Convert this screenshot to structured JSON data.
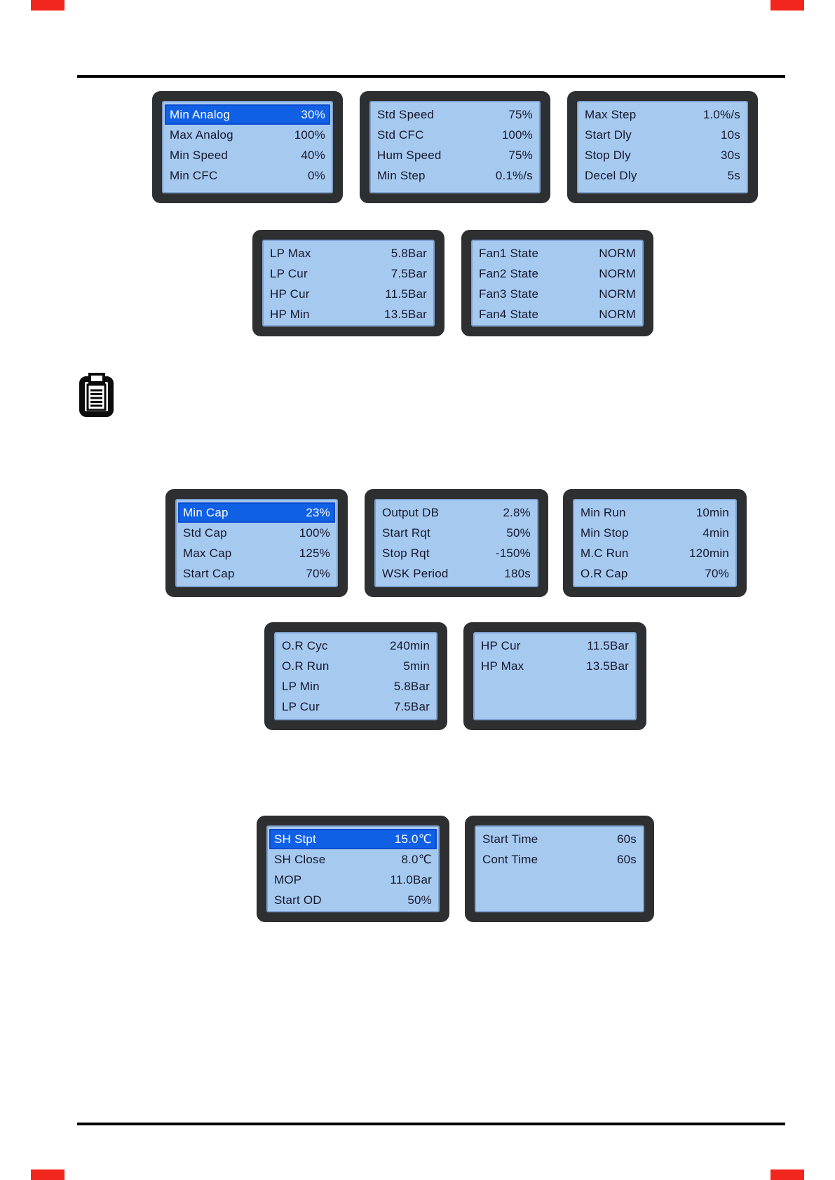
{
  "page": {
    "background": "#ffffff",
    "corner_mark_color": "#f3261d",
    "divider_color": "#000000"
  },
  "colors": {
    "panel_bezel": "#2e2f31",
    "screen_blue": "#a6c9f0",
    "highlight_blue": "#1060e6",
    "highlight_text": "#ffffff",
    "screen_text": "#16182c"
  },
  "icons": {
    "note": "clipboard-icon"
  },
  "panels": [
    {
      "name": "analog",
      "highlighted_row": 0,
      "rows": [
        {
          "label": "Min Analog",
          "value": "30%"
        },
        {
          "label": "Max Analog",
          "value": "100%"
        },
        {
          "label": "Min Speed",
          "value": "40%"
        },
        {
          "label": "Min CFC",
          "value": "0%"
        }
      ]
    },
    {
      "name": "speed",
      "rows": [
        {
          "label": "Std Speed",
          "value": "75%"
        },
        {
          "label": "Std CFC",
          "value": "100%"
        },
        {
          "label": "Hum Speed",
          "value": "75%"
        },
        {
          "label": "Min Step",
          "value": "0.1%/s"
        }
      ]
    },
    {
      "name": "step-delays",
      "rows": [
        {
          "label": "Max Step",
          "value": "1.0%/s"
        },
        {
          "label": "Start Dly",
          "value": "10s"
        },
        {
          "label": "Stop Dly",
          "value": "30s"
        },
        {
          "label": "Decel Dly",
          "value": "5s"
        }
      ]
    },
    {
      "name": "pressure",
      "rows": [
        {
          "label": "LP Max",
          "value": "5.8Bar"
        },
        {
          "label": "LP Cur",
          "value": "7.5Bar"
        },
        {
          "label": "HP Cur",
          "value": "11.5Bar"
        },
        {
          "label": "HP Min",
          "value": "13.5Bar"
        }
      ]
    },
    {
      "name": "fan-states",
      "rows": [
        {
          "label": "Fan1 State",
          "value": "NORM"
        },
        {
          "label": "Fan2 State",
          "value": "NORM"
        },
        {
          "label": "Fan3 State",
          "value": "NORM"
        },
        {
          "label": "Fan4 State",
          "value": "NORM"
        }
      ]
    },
    {
      "name": "capacity",
      "highlighted_row": 0,
      "rows": [
        {
          "label": "Min Cap",
          "value": "23%"
        },
        {
          "label": "Std Cap",
          "value": "100%"
        },
        {
          "label": "Max Cap",
          "value": "125%"
        },
        {
          "label": "Start Cap",
          "value": "70%"
        }
      ]
    },
    {
      "name": "regulation",
      "rows": [
        {
          "label": "Output DB",
          "value": "2.8%"
        },
        {
          "label": "Start Rqt",
          "value": "50%"
        },
        {
          "label": "Stop Rqt",
          "value": "-150%"
        },
        {
          "label": "WSK Period",
          "value": "180s"
        }
      ]
    },
    {
      "name": "runtime",
      "rows": [
        {
          "label": "Min Run",
          "value": "10min"
        },
        {
          "label": "Min Stop",
          "value": "4min"
        },
        {
          "label": "M.C Run",
          "value": "120min"
        },
        {
          "label": "O.R Cap",
          "value": "70%"
        }
      ]
    },
    {
      "name": "oil-return",
      "rows": [
        {
          "label": "O.R Cyc",
          "value": "240min"
        },
        {
          "label": "O.R Run",
          "value": "5min"
        },
        {
          "label": "LP Min",
          "value": "5.8Bar"
        },
        {
          "label": "LP Cur",
          "value": "7.5Bar"
        }
      ]
    },
    {
      "name": "high-pressure",
      "rows": [
        {
          "label": "HP Cur",
          "value": "11.5Bar"
        },
        {
          "label": "HP Max",
          "value": "13.5Bar"
        }
      ]
    },
    {
      "name": "superheat",
      "highlighted_row": 0,
      "rows": [
        {
          "label": "SH Stpt",
          "value": "15.0℃"
        },
        {
          "label": "SH Close",
          "value": "8.0℃"
        },
        {
          "label": "MOP",
          "value": "11.0Bar"
        },
        {
          "label": "Start OD",
          "value": "50%"
        }
      ]
    },
    {
      "name": "times",
      "rows": [
        {
          "label": "Start Time",
          "value": "60s"
        },
        {
          "label": "Cont Time",
          "value": "60s"
        }
      ]
    }
  ]
}
